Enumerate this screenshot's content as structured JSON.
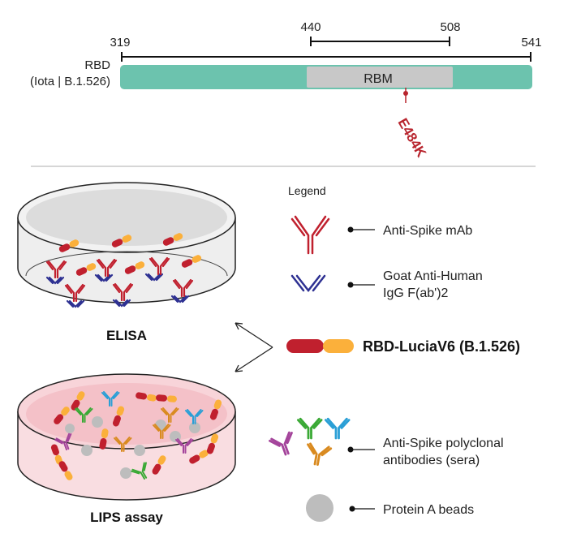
{
  "domain_map": {
    "ticks": {
      "start": "319",
      "rbm_start": "440",
      "rbm_end": "508",
      "end": "541"
    },
    "rbd_label_line1": "RBD",
    "rbd_label_line2": "(Iota | B.1.526)",
    "rbm_label": "RBM",
    "mutation_label": "E484K",
    "bar_color": "#6cc3ae",
    "rbm_color": "#c8c8c8",
    "mutation_color": "#b8252e"
  },
  "legend": {
    "title": "Legend",
    "items": {
      "anti_spike_mab": "Anti-Spike mAb",
      "goat_anti_human_line1": "Goat Anti-Human",
      "goat_anti_human_line2": "IgG F(ab')2",
      "rbd_luciav6": "RBD-LuciaV6 (B.1.526)",
      "polyclonal_line1": "Anti-Spike polyclonal",
      "polyclonal_line2": "antibodies (sera)",
      "protein_a_beads": "Protein A beads"
    }
  },
  "assays": {
    "elisa_label": "ELISA",
    "lips_label": "LIPS assay"
  },
  "colors": {
    "mab_red": "#c0202e",
    "goat_blue": "#2e3192",
    "lucia_orange": "#fbb03b",
    "bead_gray": "#bdbdbd",
    "ab_green": "#3aa935",
    "ab_blue": "#2a9fd6",
    "ab_purple": "#a4449b",
    "ab_orange": "#d98a1f",
    "dish_pink": "#f6c9cf"
  }
}
